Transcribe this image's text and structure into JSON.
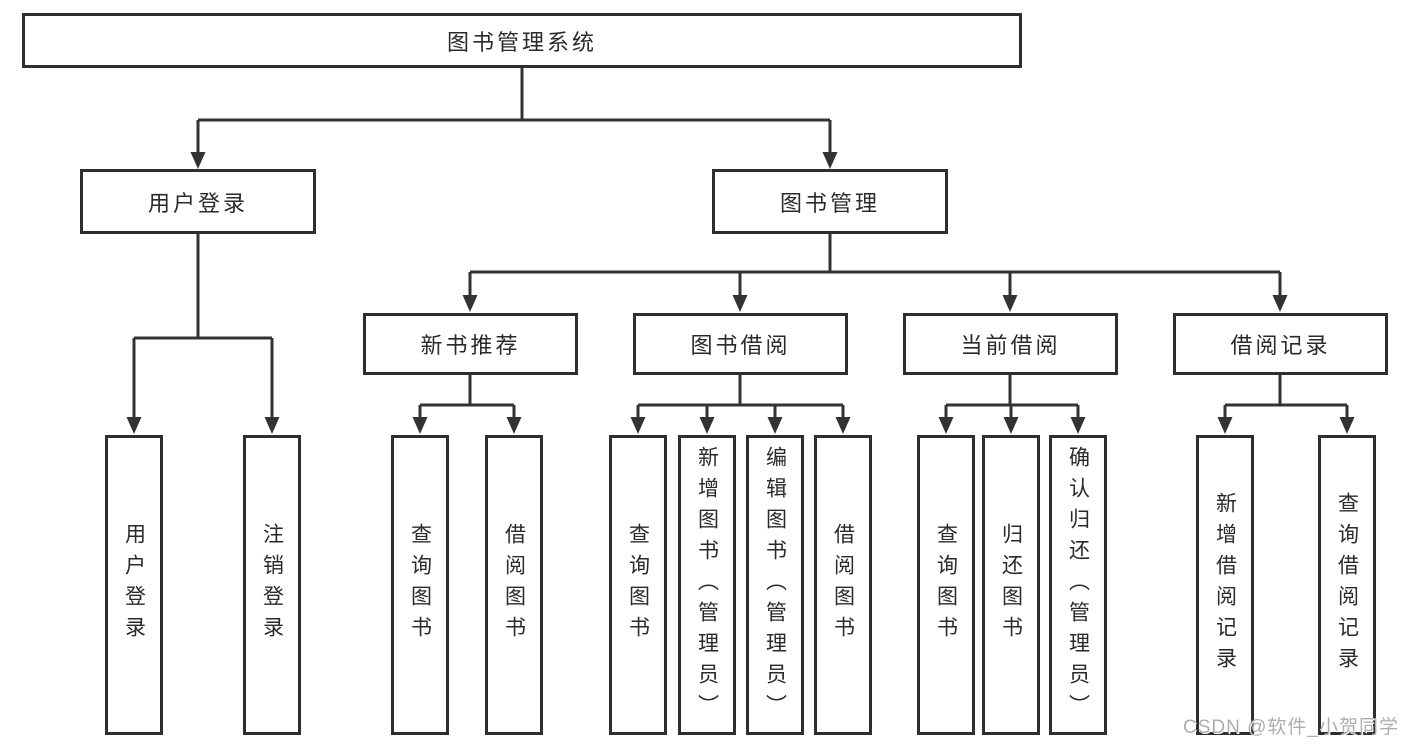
{
  "diagram": {
    "root": "图书管理系统",
    "level2": {
      "user_login": "用户登录",
      "book_management": "图书管理"
    },
    "level3": {
      "new_book_recommend": "新书推荐",
      "book_borrowing": "图书借阅",
      "current_borrowing": "当前借阅",
      "borrowing_records": "借阅记录"
    },
    "leaves": {
      "user_login": [
        "用户登录",
        "注销登录"
      ],
      "new_book_recommend": [
        "查询图书",
        "借阅图书"
      ],
      "book_borrowing": [
        "查询图书",
        "新增图书（管理员）",
        "编辑图书（管理员）",
        "借阅图书"
      ],
      "current_borrowing": [
        "查询图书",
        "归还图书",
        "确认归还（管理员）"
      ],
      "borrowing_records": [
        "新增借阅记录",
        "查询借阅记录"
      ]
    }
  },
  "watermark": {
    "text": "CSDN @软件_小贺同学",
    "color": "#aeaeae"
  },
  "colors": {
    "line": "#333333",
    "box_border": "#2e2e2e",
    "text": "#2a2a2a",
    "background": "#ffffff"
  }
}
